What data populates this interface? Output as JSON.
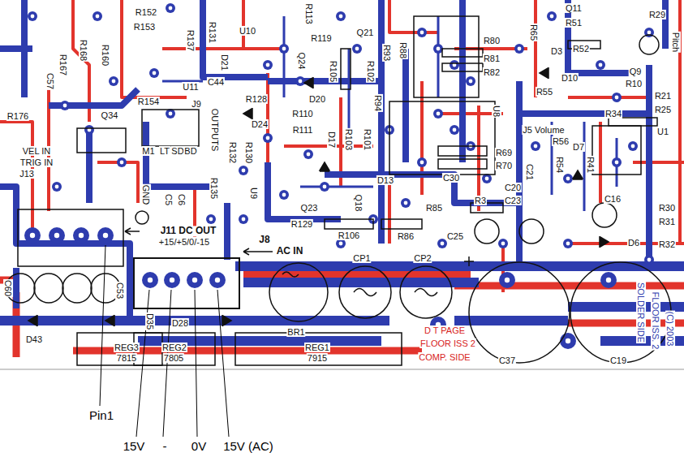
{
  "diagram": {
    "labels": [
      "R152",
      "R153",
      "R168",
      "R167",
      "R160",
      "C57",
      "R154",
      "Q34",
      "R176",
      "R137",
      "R131",
      "U11",
      "J9",
      "OUTPUTS",
      "U10",
      "R113",
      "R119",
      "Q21",
      "D21",
      "Q24",
      "R105",
      "R102",
      "R93",
      "R88",
      "C44",
      "R128",
      "D20",
      "R110",
      "D24",
      "R111",
      "R94",
      "D17",
      "R103",
      "R101",
      "D13",
      "R132",
      "R130",
      "R135",
      "U9",
      "Q18",
      "Q23",
      "R129",
      "R106",
      "R86",
      "R85",
      "C30",
      "R69",
      "R70",
      "U8",
      "R80",
      "R81",
      "R82",
      "R65",
      "Q11",
      "R51",
      "R52",
      "D3",
      "D10",
      "R55",
      "Q9",
      "R10",
      "R29",
      "Pitch",
      "R21",
      "R25",
      "R34",
      "U1",
      "J5 Volume",
      "R56",
      "D7",
      "R54",
      "R41",
      "C21",
      "C20",
      "C23",
      "R3",
      "C25",
      "C16",
      "R30",
      "R31",
      "D6",
      "R32",
      "VEL IN",
      "TRIG IN",
      "J13",
      "M1",
      "LT",
      "SD",
      "BD",
      "GND",
      "C5",
      "C6",
      "J11 DC OUT",
      "+15/+5/0/-15",
      "J8",
      "AC IN",
      "CP1",
      "CP2",
      "BR1",
      "C37",
      "C19",
      "D43",
      "D35",
      "D28",
      "REG3",
      "7815",
      "REG2",
      "7805",
      "REG1",
      "7915",
      "C53",
      "C60",
      "D T PAGE",
      "FLOOR ISS 2",
      "COMP. SIDE",
      "SOLDER SIDE",
      "FLOOR ISS. 2",
      "(C) 2003",
      "Pin1",
      "15V",
      "-",
      "0V",
      "15V (AC)"
    ]
  }
}
